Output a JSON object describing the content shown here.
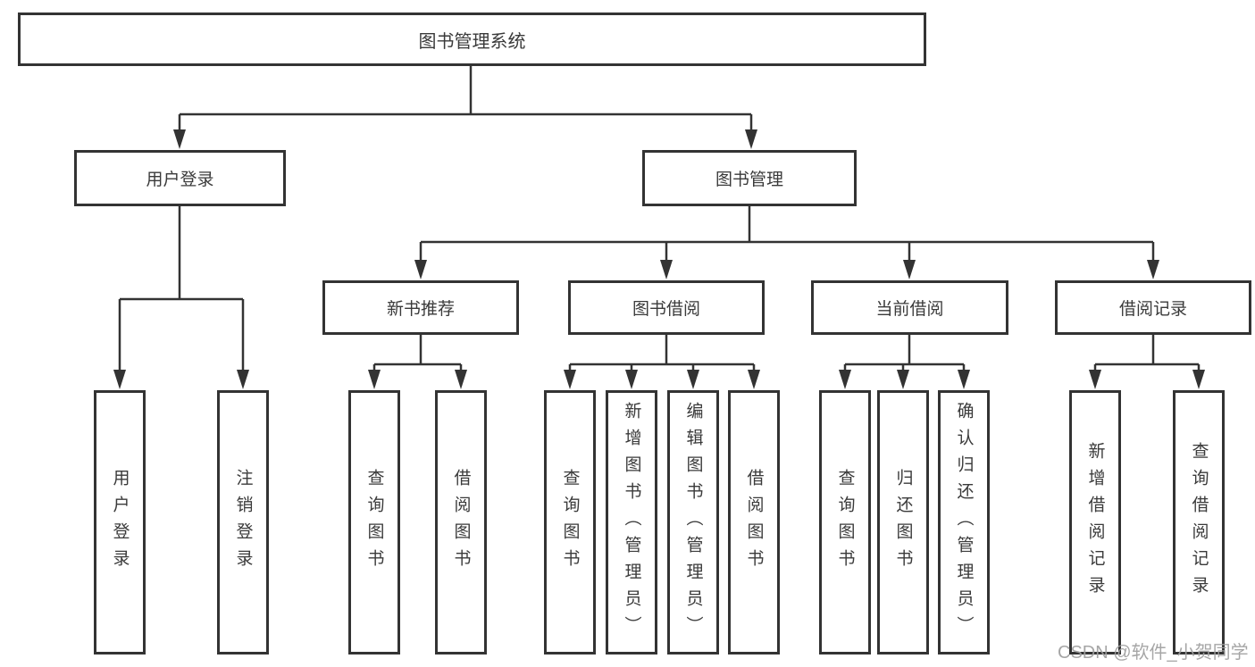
{
  "page": {
    "background_color": "#ffffff",
    "line_color": "#333333",
    "box_border_color": "#333333",
    "box_fill_color": "#ffffff",
    "text_color": "#3a3a3a",
    "watermark_color": "#9e9e9e"
  },
  "tree": {
    "root": {
      "label": "图书管理系统"
    },
    "branches": [
      {
        "label": "用户登录",
        "children": [
          {
            "label": "用户登录"
          },
          {
            "label": "注销登录"
          }
        ]
      },
      {
        "label": "图书管理",
        "children": [
          {
            "label": "新书推荐",
            "children": [
              {
                "label": "查询图书"
              },
              {
                "label": "借阅图书"
              }
            ]
          },
          {
            "label": "图书借阅",
            "children": [
              {
                "label": "查询图书"
              },
              {
                "label": "新增图书（管理员）"
              },
              {
                "label": "编辑图书（管理员）"
              },
              {
                "label": "借阅图书"
              }
            ]
          },
          {
            "label": "当前借阅",
            "children": [
              {
                "label": "查询图书"
              },
              {
                "label": "归还图书"
              },
              {
                "label": "确认归还（管理员）"
              }
            ]
          },
          {
            "label": "借阅记录",
            "children": [
              {
                "label": "新增借阅记录"
              },
              {
                "label": "查询借阅记录"
              }
            ]
          }
        ]
      }
    ]
  },
  "watermark": {
    "text": "CSDN @软件_小贺同学"
  }
}
